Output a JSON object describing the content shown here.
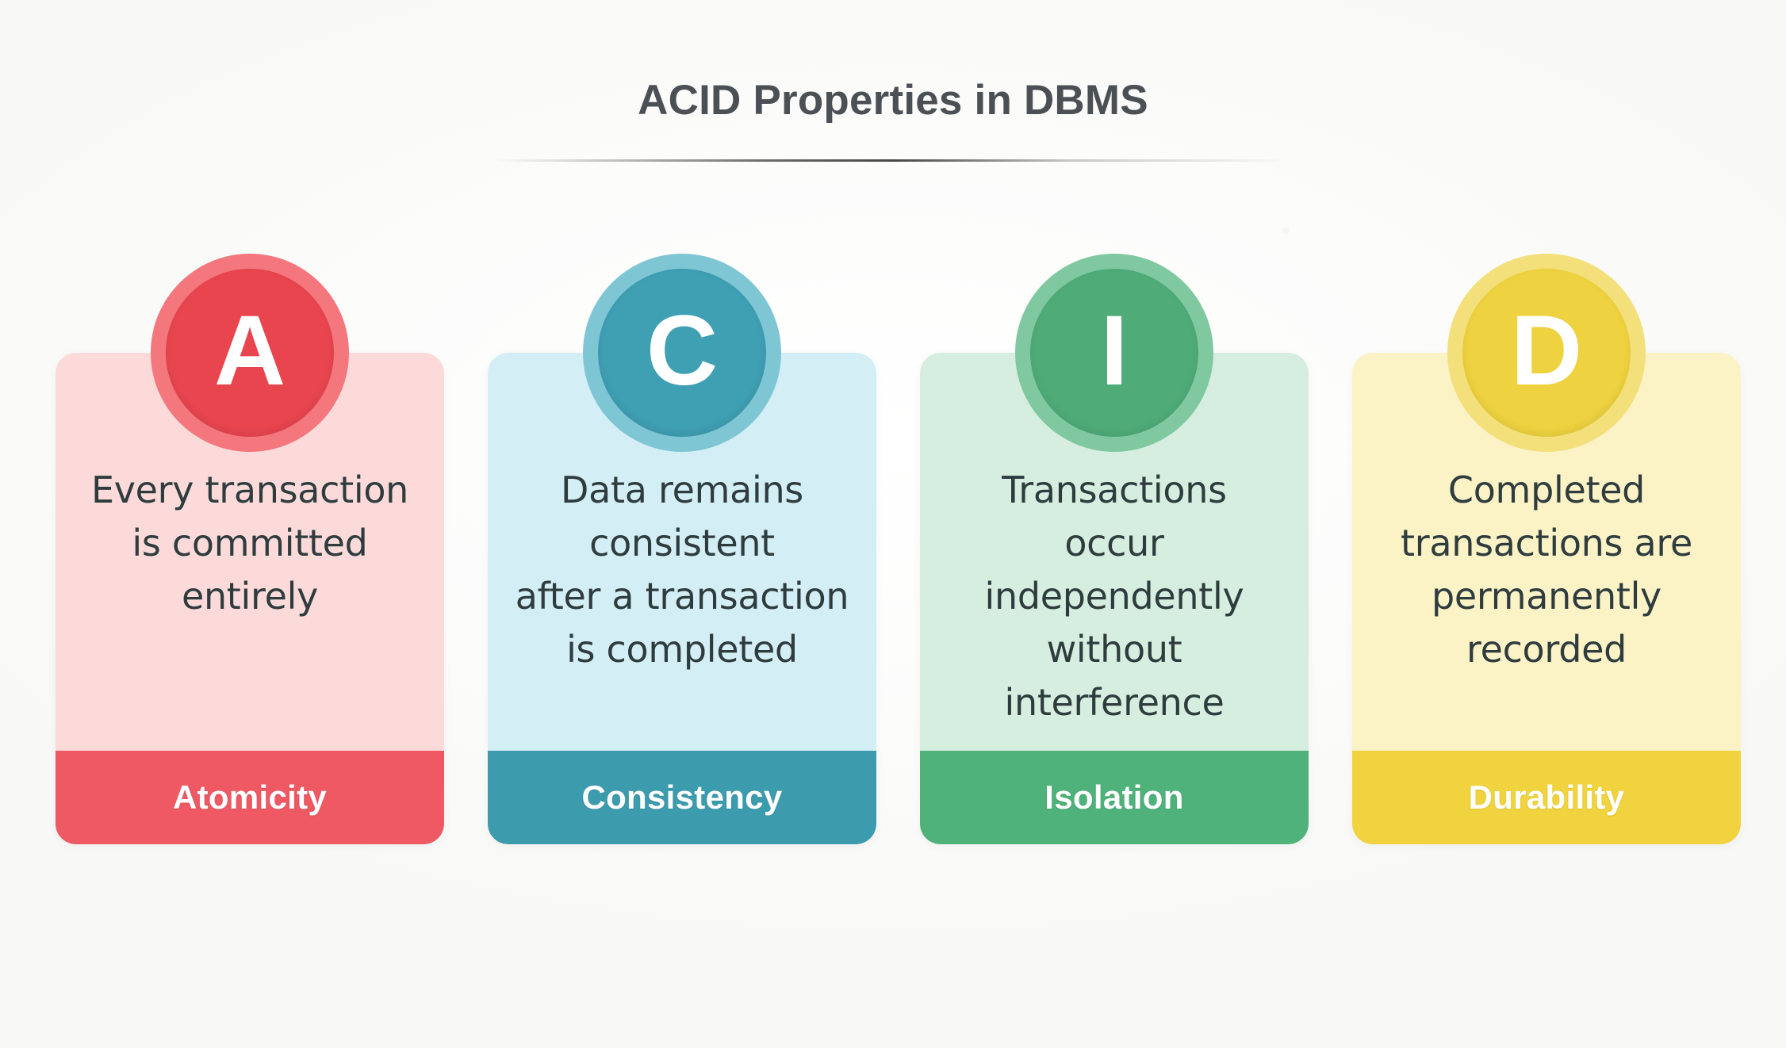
{
  "header": {
    "title": "ACID Properties in DBMS"
  },
  "cards": [
    {
      "letter": "A",
      "description": "Every transaction\nis committed\nentirely",
      "label": "Atomicity",
      "body_color": "#fcdada",
      "footer_color": "#ee5964",
      "circle_outer_color": "#f3777d",
      "circle_inner_color": "#e8454f"
    },
    {
      "letter": "C",
      "description": "Data remains\nconsistent\nafter a transaction\nis completed",
      "label": "Consistency",
      "body_color": "#d4eef5",
      "footer_color": "#3c9cae",
      "circle_outer_color": "#7fc6d5",
      "circle_inner_color": "#3f9fb3"
    },
    {
      "letter": "I",
      "description": "Transactions\noccur\nindependently\nwithout interference",
      "label": "Isolation",
      "body_color": "#d6eee0",
      "footer_color": "#4fb27a",
      "circle_outer_color": "#80c9a0",
      "circle_inner_color": "#4fac79"
    },
    {
      "letter": "D",
      "description": "Completed\ntransactions are\npermanently\nrecorded",
      "label": "Durability",
      "body_color": "#fbf2c6",
      "footer_color": "#f0d33f",
      "circle_outer_color": "#f3e07a",
      "circle_inner_color": "#eed23f"
    }
  ]
}
